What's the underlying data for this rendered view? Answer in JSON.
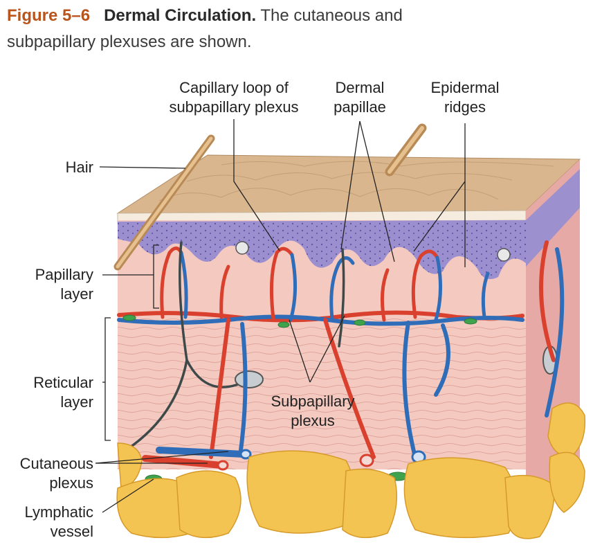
{
  "caption": {
    "figure_number": "Figure 5–6",
    "title": "Dermal Circulation.",
    "text_line1": "The cutaneous and",
    "text_line2": "subpapillary plexuses are shown."
  },
  "labels": {
    "capillary_loop": [
      "Capillary loop of",
      "subpapillary plexus"
    ],
    "dermal_papillae": [
      "Dermal",
      "papillae"
    ],
    "epidermal_ridges": [
      "Epidermal",
      "ridges"
    ],
    "hair": "Hair",
    "papillary_layer": [
      "Papillary",
      "layer"
    ],
    "reticular_layer": [
      "Reticular",
      "layer"
    ],
    "subpapillary_plexus": [
      "Subpapillary",
      "plexus"
    ],
    "cutaneous_plexus": [
      "Cutaneous",
      "plexus"
    ],
    "lymphatic_vessel": [
      "Lymphatic",
      "vessel"
    ]
  },
  "colors": {
    "figure_number": "#b8541c",
    "artery": "#d9402e",
    "vein": "#2f6db8",
    "lymphatic": "#3fa34d",
    "fat": "#f3c452",
    "dermis": "#f2c3bb",
    "epidermis": "#9b8fcf",
    "surface": "#d7b48c"
  }
}
